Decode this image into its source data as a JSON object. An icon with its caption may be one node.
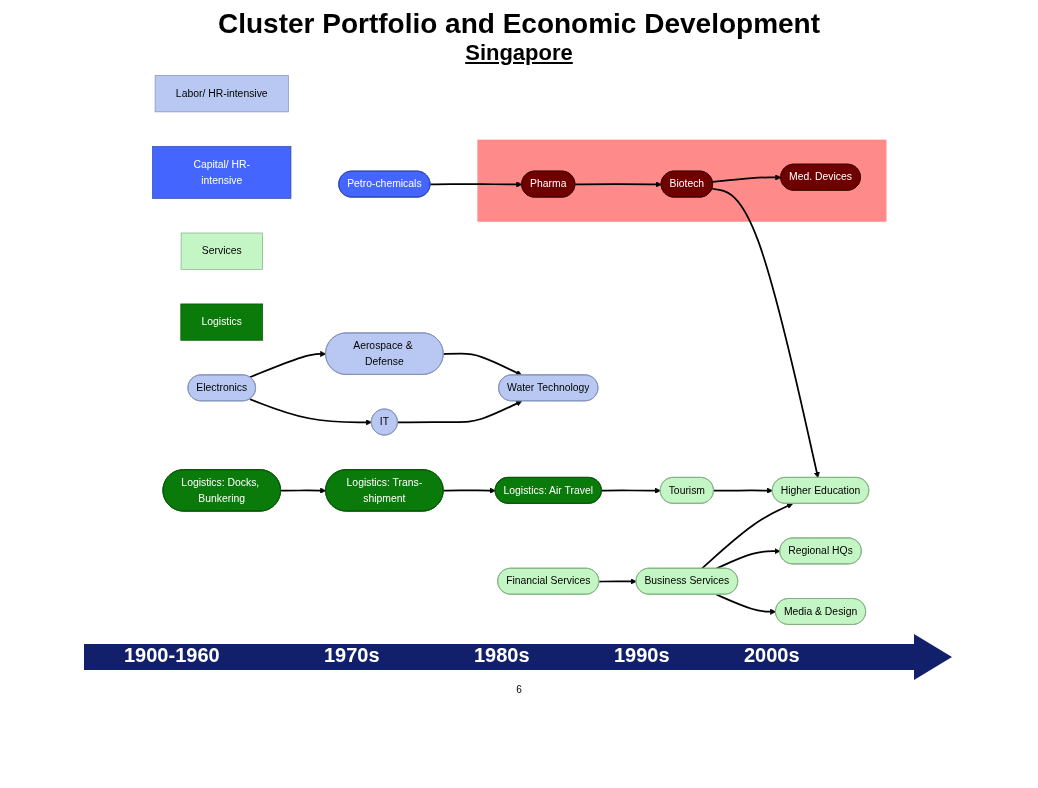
{
  "diagram": {
    "title": "Cluster Portfolio and Economic Development",
    "nodes": [
      {
        "text": [
          "Labor/ HR-intensive"
        ]
      },
      {
        "text": [
          "Capital/ HR-intensive"
        ]
      },
      {
        "text": [
          "Services"
        ]
      },
      {
        "text": [
          "Logistics"
        ]
      },
      {
        "text": [
          "Electronics"
        ]
      },
      {
        "text": [
          "IT"
        ]
      },
      {
        "text": [
          "Aerospace & Defense"
        ]
      },
      {
        "text": [
          "Water Technology"
        ]
      },
      {
        "text": [],
        "shape": "box"
      },
      {
        "text": [
          "Med. Devices"
        ],
        "in": 8
      },
      {
        "text": [
          "Petro-chemicals"
        ]
      },
      {
        "text": [
          "Pharma"
        ],
        "in": 8
      },
      {
        "text": [
          "Biotech"
        ],
        "in": 8
      },
      {
        "text": [
          "Media & Design"
        ]
      },
      {
        "text": [
          "Business Services"
        ]
      },
      {
        "text": [
          "Higher Education"
        ]
      },
      {
        "text": [
          "Financial Services"
        ]
      },
      {
        "text": [
          "Regional HQs"
        ]
      },
      {
        "text": [
          "Logistics: Docks, Bunkering"
        ]
      },
      {
        "text": [
          "Logistics: Trans-shipment"
        ]
      },
      {
        "text": [
          "Logistics: Air Travel"
        ]
      },
      {
        "text": [
          "Tourism"
        ]
      }
    ],
    "edges": [
      {
        "from": 4,
        "to": 5,
        "arrow": "to"
      },
      {
        "from": 4,
        "to": 6,
        "arrow": "to"
      },
      {
        "from": 5,
        "to": 7,
        "arrow": "to"
      },
      {
        "from": 6,
        "to": 7,
        "arrow": "to"
      },
      {
        "from": 10,
        "to": 11,
        "arrow": "to"
      },
      {
        "from": 11,
        "to": 12,
        "arrow": "to"
      },
      {
        "from": 12,
        "to": 9,
        "arrow": "to"
      },
      {
        "from": 12,
        "to": 15,
        "arrow": "to"
      },
      {
        "from": 14,
        "to": 13,
        "arrow": "to"
      },
      {
        "from": 14,
        "to": 15,
        "arrow": "to"
      },
      {
        "from": 14,
        "to": 17,
        "arrow": "to"
      },
      {
        "from": 16,
        "to": 14,
        "arrow": "to"
      },
      {
        "from": 18,
        "to": 19,
        "arrow": "to"
      },
      {
        "from": 19,
        "to": 20,
        "arrow": "to"
      },
      {
        "from": 20,
        "to": 21,
        "arrow": "to"
      },
      {
        "from": 21,
        "to": 15,
        "arrow": "to"
      }
    ],
    "labels": [
      "Singapore",
      "1900-1960",
      "1970s",
      "1980s",
      "1990s",
      "2000s",
      "6"
    ]
  }
}
